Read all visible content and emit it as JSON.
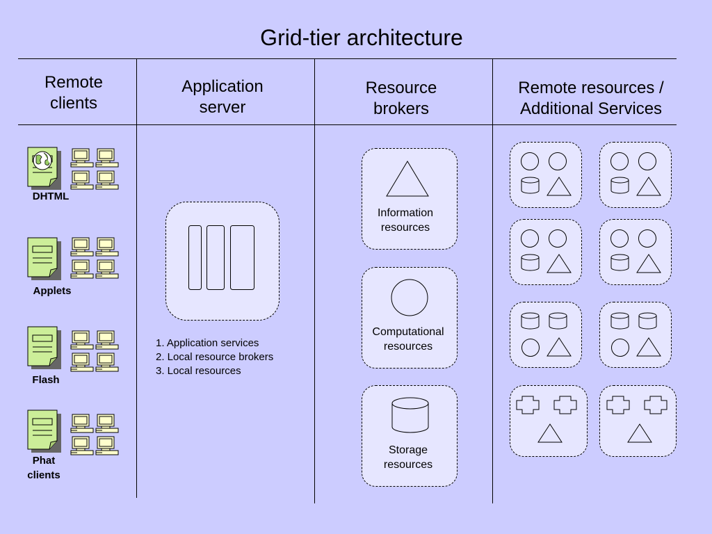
{
  "title": "Grid-tier architecture",
  "columns": [
    {
      "header": "Remote\nclients"
    },
    {
      "header": "Application\nserver"
    },
    {
      "header": "Resource\nbrokers"
    },
    {
      "header": "Remote resources /\nAdditional Services"
    }
  ],
  "clients": [
    {
      "label": "DHTML",
      "icon": "globe-document-icon"
    },
    {
      "label": "Applets",
      "icon": "document-icon"
    },
    {
      "label": "Flash",
      "icon": "document-icon"
    },
    {
      "label": "Phat\nclients",
      "icon": "document-icon"
    }
  ],
  "app_server": {
    "items": [
      "1. Application services",
      "2. Local resource brokers",
      "3. Local resources"
    ]
  },
  "brokers": [
    {
      "label": "Information\nresources",
      "icon": "triangle-icon"
    },
    {
      "label": "Computational\nresources",
      "icon": "circle-icon"
    },
    {
      "label": "Storage\nresources",
      "icon": "cylinder-icon"
    }
  ],
  "colors": {
    "background": "#ccccff",
    "box_fill": "#e6e6ff",
    "doc_fill": "#ccee99",
    "computer_fill": "#ffffcc"
  }
}
